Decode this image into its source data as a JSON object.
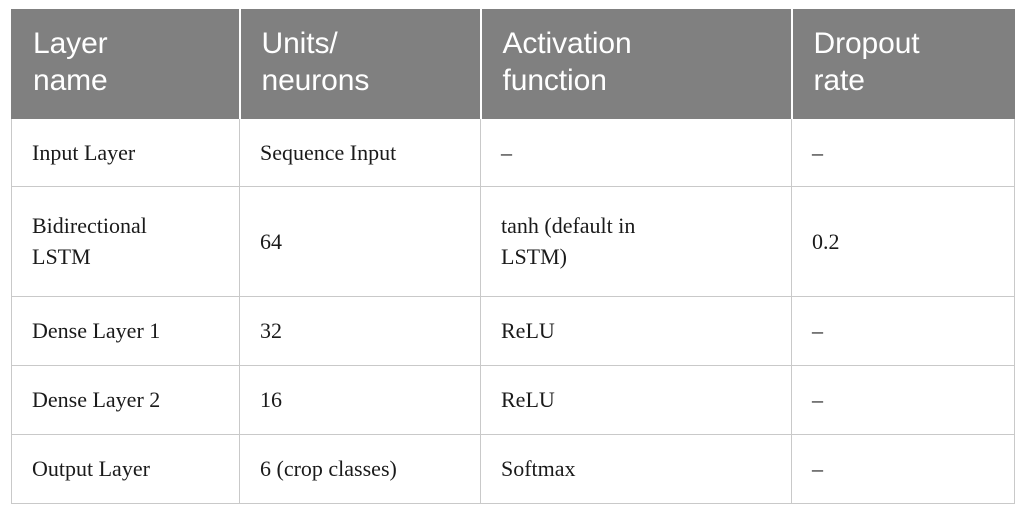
{
  "table": {
    "header_bg": "#808080",
    "header_text_color": "#ffffff",
    "grid_color": "#c9c9c9",
    "columns": [
      {
        "line1": "Layer",
        "line2": "name"
      },
      {
        "line1": "Units/",
        "line2": "neurons"
      },
      {
        "line1": "Activation",
        "line2": "function"
      },
      {
        "line1": "Dropout",
        "line2": "rate"
      }
    ],
    "rows": [
      {
        "layer_line1": "Input Layer",
        "layer_line2": "",
        "units": "Sequence Input",
        "activation_line1": "–",
        "activation_line2": "",
        "dropout": "–"
      },
      {
        "layer_line1": "Bidirectional",
        "layer_line2": "LSTM",
        "units": "64",
        "activation_line1": "tanh (default in",
        "activation_line2": "LSTM)",
        "dropout": "0.2"
      },
      {
        "layer_line1": "Dense Layer 1",
        "layer_line2": "",
        "units": "32",
        "activation_line1": "ReLU",
        "activation_line2": "",
        "dropout": "–"
      },
      {
        "layer_line1": "Dense Layer 2",
        "layer_line2": "",
        "units": "16",
        "activation_line1": "ReLU",
        "activation_line2": "",
        "dropout": "–"
      },
      {
        "layer_line1": "Output Layer",
        "layer_line2": "",
        "units": "6 (crop classes)",
        "activation_line1": "Softmax",
        "activation_line2": "",
        "dropout": "–"
      }
    ]
  }
}
